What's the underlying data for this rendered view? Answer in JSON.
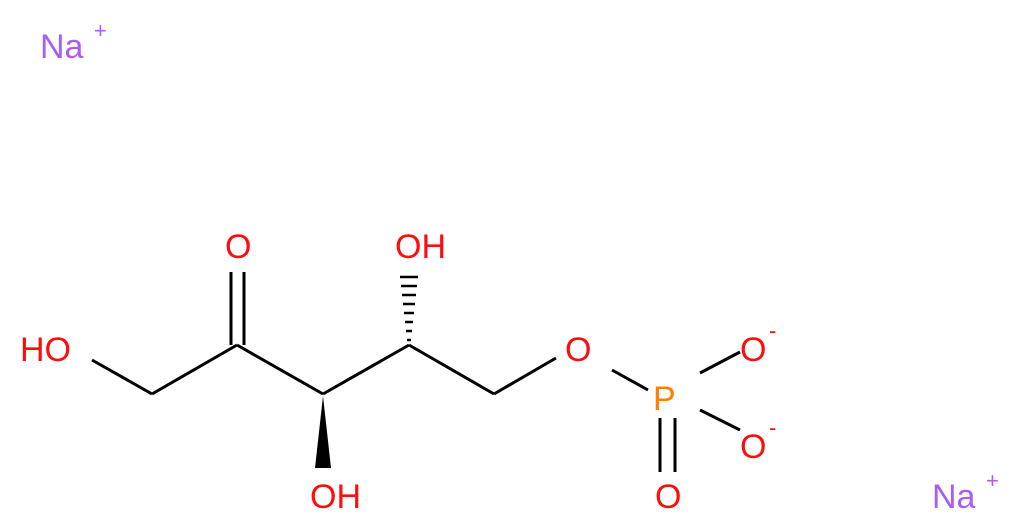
{
  "molecule": {
    "ions": [
      {
        "symbol": "Na",
        "charge": "+"
      },
      {
        "symbol": "Na",
        "charge": "+"
      }
    ],
    "labels": {
      "hydroxyl_left": "HO",
      "carbonyl_o": "O",
      "hydroxyl_top": "OH",
      "hydroxyl_bottom": "OH",
      "ester_o": "O",
      "phosphorus": "P",
      "oxide_top": "O",
      "oxide_top_charge": "-",
      "oxide_bottom": "O",
      "oxide_bottom_charge": "-",
      "phosphoryl_o": "O"
    },
    "colors": {
      "oxygen": "#ff0d0d",
      "phosphorus": "#ff8000",
      "sodium": "#ab5cf2",
      "bond": "#000000"
    }
  }
}
